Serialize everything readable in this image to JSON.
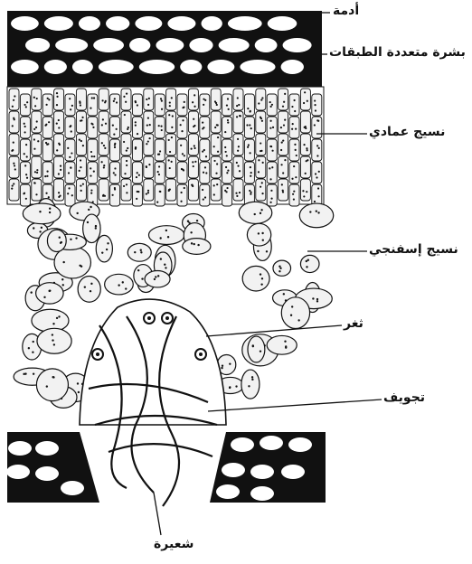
{
  "diagram": {
    "labels": {
      "cuticle": "أدمة",
      "multiple_epidermis": "بشرة متعددة الطبقات",
      "palisade": "نسيج عمادي",
      "spongy": "نسيج إسفنجي",
      "stoma": "ثغر",
      "crypt": "تجويف",
      "hair": "شعيرة"
    },
    "colors": {
      "ink": "#111111",
      "paper": "#ffffff",
      "cell_fill": "#f2f2f2"
    }
  }
}
